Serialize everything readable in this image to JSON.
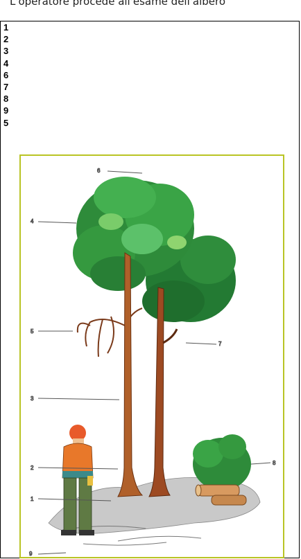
{
  "header": {
    "text": "L'operatore procede all'esame dell'albero"
  },
  "list": {
    "numbers": [
      "1",
      "2",
      "3",
      "4",
      "6",
      "7",
      "8",
      "9",
      "5"
    ]
  },
  "figure": {
    "labels": {
      "l6": "6",
      "l4": "4",
      "l5": "5",
      "l7": "7",
      "l3": "3",
      "l2": "2",
      "l1": "1",
      "l8": "8",
      "l9": "9"
    },
    "colors": {
      "border": "#b9c424",
      "foliage": "#2e8b3a",
      "trunk": "#b0602a",
      "worker_top": "#e8782a",
      "worker_pants": "#5f7a44"
    }
  }
}
